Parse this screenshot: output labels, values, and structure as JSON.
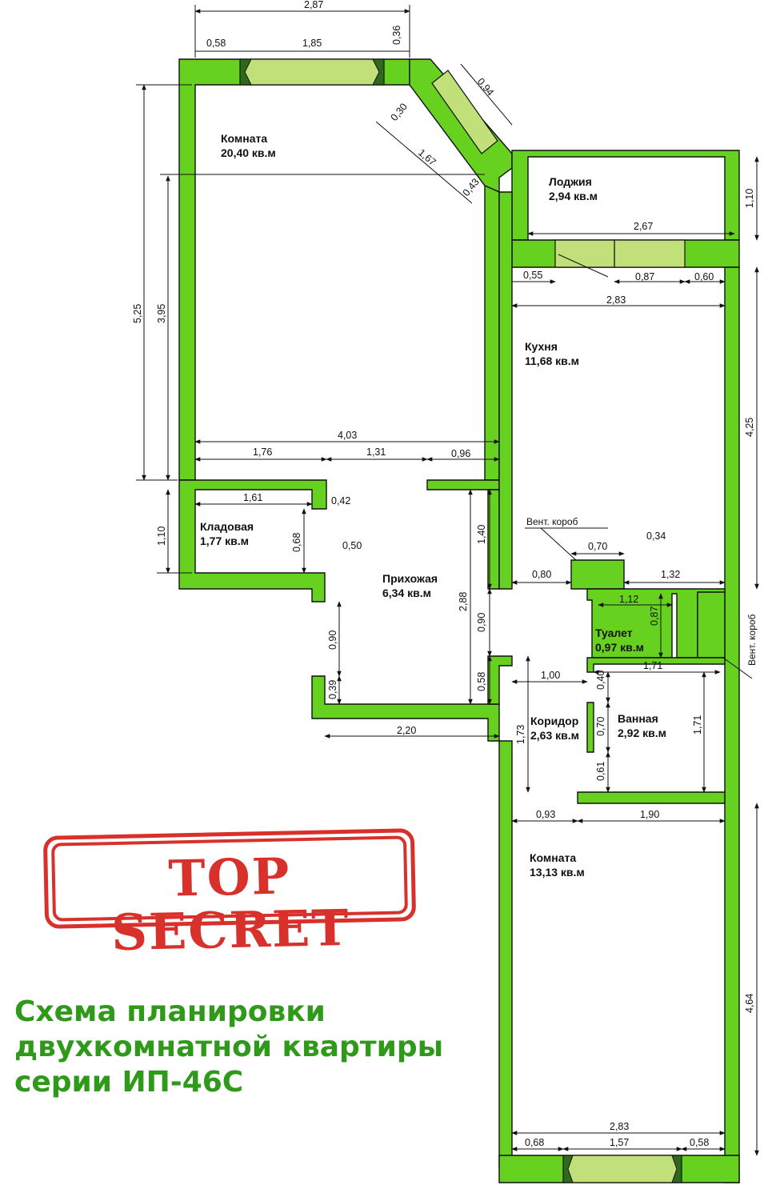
{
  "rooms": {
    "room1_name": "Комната",
    "room1_area": "20,40 кв.м",
    "loggia_name": "Лоджия",
    "loggia_area": "2,94 кв.м",
    "kitchen_name": "Кухня",
    "kitchen_area": "11,68 кв.м",
    "storage_name": "Кладовая",
    "storage_area": "1,77 кв.м",
    "hall_name": "Прихожая",
    "hall_area": "6,34 кв.м",
    "wc_name": "Туалет",
    "wc_area": "0,97 кв.м",
    "corridor_name": "Коридор",
    "corridor_area": "2,63 кв.м",
    "bath_name": "Ванная",
    "bath_area": "2,92 кв.м",
    "room2_name": "Комната",
    "room2_area": "13,13 кв.м"
  },
  "notes": {
    "vent1": "Вент. короб",
    "vent2": "Вент. короб"
  },
  "dims": {
    "top_total": "2,87",
    "top_left": "0,58",
    "top_window": "1,85",
    "top_right": "0,36",
    "bay_030": "0,30",
    "bay_094": "0,94",
    "bay_167": "1,67",
    "bay_043": "0,43",
    "room1_525": "5,25",
    "room1_395": "3,95",
    "room1_403": "4,03",
    "hall_176": "1,76",
    "hall_131": "1,31",
    "hall_096": "0,96",
    "loggia_110": "1,10",
    "loggia_267": "2,67",
    "kitchen_055": "0,55",
    "kitchen_087": "0,87",
    "kitchen_060": "0,60",
    "kitchen_283": "2,83",
    "kitchen_425": "4,25",
    "storage_161": "1,61",
    "storage_042": "0,42",
    "storage_110": "1,10",
    "storage_068": "0,68",
    "hall_050": "0,50",
    "hall_140": "1,40",
    "hall_288": "2,88",
    "hall_090a": "0,90",
    "hall_090b": "0,90",
    "hall_039": "0,39",
    "hall_058": "0,58",
    "hall_220": "2,20",
    "vent_070": "0,70",
    "vent_034": "0,34",
    "pass_080": "0,80",
    "wall_132": "1,32",
    "wc_112": "1,12",
    "wc_087": "0,87",
    "corr_100": "1,00",
    "bath_171a": "1,71",
    "bath_040": "0,40",
    "bath_070": "0,70",
    "bath_061": "0,61",
    "bath_171b": "1,71",
    "corr_173": "1,73",
    "r2_093": "0,93",
    "r2_190": "1,90",
    "r2_464": "4,64",
    "r2_283": "2,83",
    "r2_068": "0,68",
    "r2_157": "1,57",
    "r2_058": "0,58"
  },
  "stamp": "TOP SECRET",
  "caption": {
    "line1": "Схема планировки",
    "line2": "двухкомнатной квартиры",
    "line3": "серии ИП-46С"
  },
  "colors": {
    "wall": "#66d11e",
    "window": "#c2e07a",
    "stamp": "#d8312b",
    "caption": "#2f9a1a"
  }
}
